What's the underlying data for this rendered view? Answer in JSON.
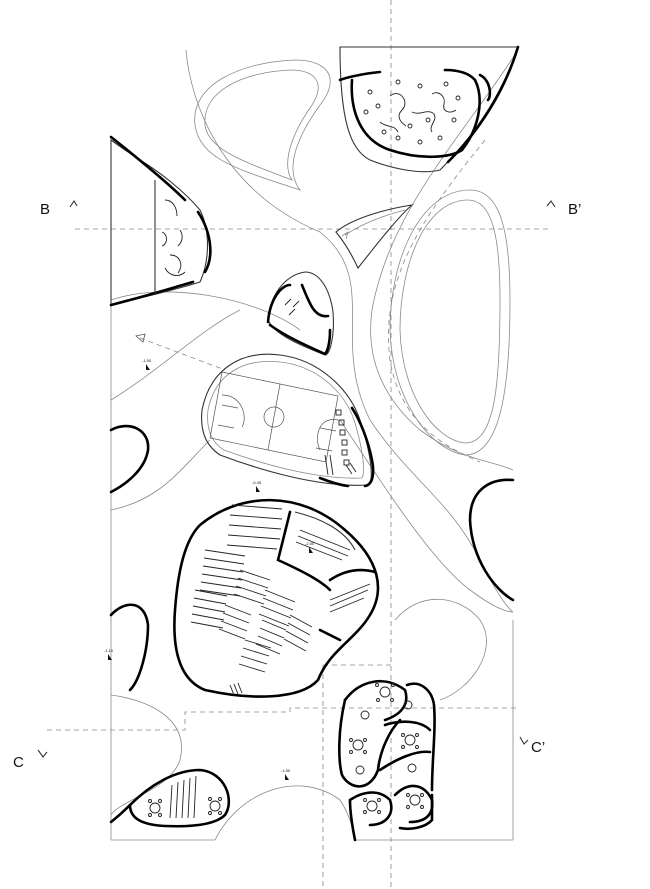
{
  "section_markers": {
    "b_left": "B",
    "b_right": "B’",
    "c_left": "C",
    "c_right": "C’"
  },
  "level_marks": {
    "west": "-1.50",
    "court": "-0.45",
    "auditorium": "-2.50",
    "far_west": "-1.10",
    "south": "-1.50"
  }
}
